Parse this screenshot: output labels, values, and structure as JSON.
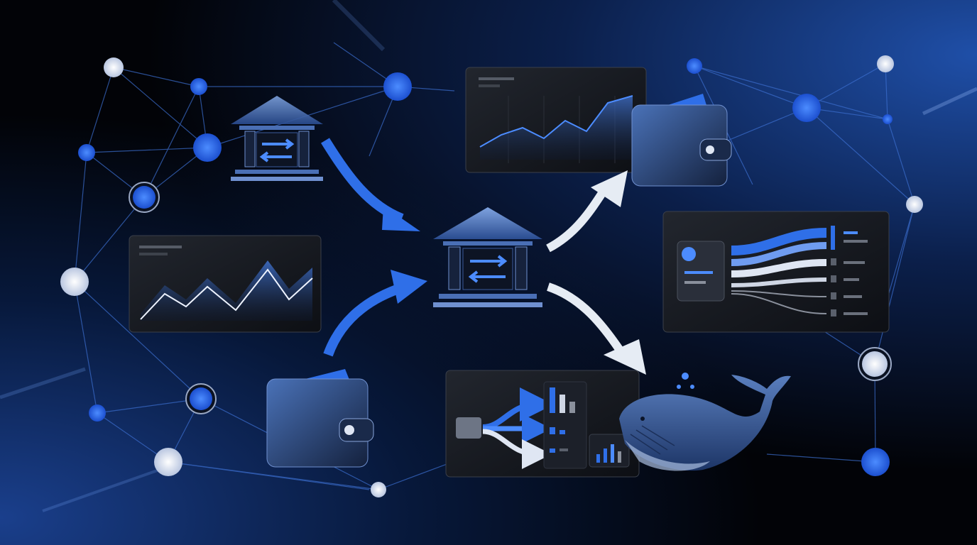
{
  "illustration": {
    "colors": {
      "accent_blue": "#2f6fe8",
      "light_node": "#e6ecf8",
      "panel_fill": "#15181f",
      "panel_border": "#3a3f4a",
      "background": "#020307"
    },
    "icons": [
      "bank-icon",
      "wallet-icon",
      "line-chart-panel",
      "flow-chart-panel",
      "sankey-panel",
      "whale-icon",
      "network-node",
      "flow-arrow"
    ]
  }
}
